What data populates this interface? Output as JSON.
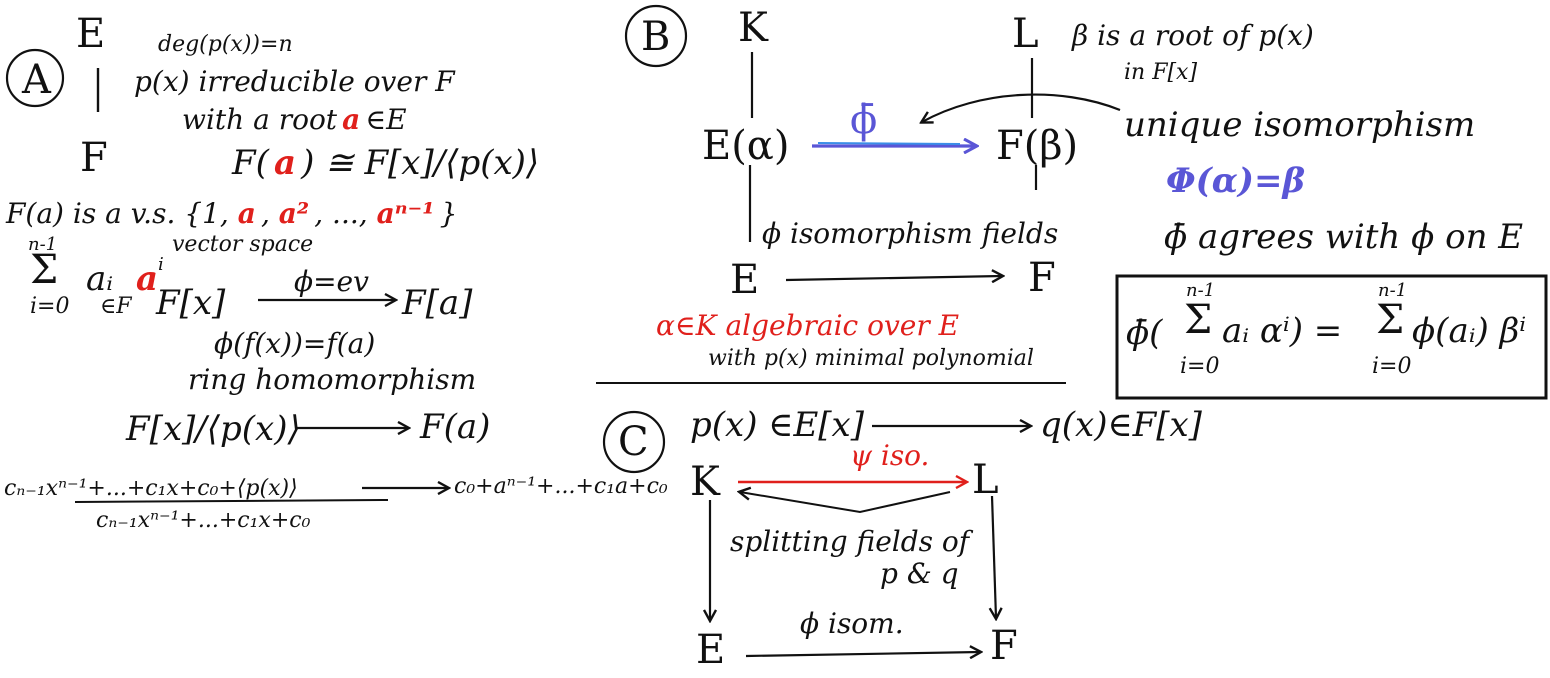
{
  "section_a": {
    "label": "A",
    "E": "E",
    "F": "F",
    "degree": "deg(p(x))=n",
    "irreducible": "p(x) irreducible over F",
    "root_with": "with a root",
    "root_a": "a",
    "root_in": "∈E",
    "iso_lhs": "F(",
    "iso_a": "a",
    "iso_rhs": ") ≅ F[x]/⟨p(x)⟩",
    "vs_line_start": "F(a) is a v.s. {1, ",
    "vs_a1": "a",
    "vs_comma1": ", ",
    "vs_a2": "a²",
    "vs_mid": ", ..., ",
    "vs_an": "aⁿ⁻¹",
    "vs_end": "}",
    "vector_space": "vector space",
    "sum_top": "n-1",
    "sum_sym": "Σ",
    "sum_term": "aᵢ",
    "sum_a": "a",
    "sum_power": "i",
    "sum_bottom": "i=0",
    "in_f": "∈F",
    "fx": "F[x]",
    "phi_eval": "ϕ=ev",
    "fa_bracket": "F[a]",
    "phi_f": "ϕ(f(x))=f(a)",
    "ring_homo": "ring homomorphism",
    "quotient": "F[x]/⟨p(x)⟩",
    "fa": "F(a)",
    "coset": "cₙ₋₁xⁿ⁻¹+...+c₁x+c₀+⟨p(x)⟩",
    "image": "c₀+aⁿ⁻¹+...+c₁a+c₀",
    "poly": "cₙ₋₁xⁿ⁻¹+...+c₁x+c₀"
  },
  "section_b": {
    "label": "B",
    "K": "K",
    "L": "L",
    "beta_root": "β is a root of p(x)",
    "in_fx": "in F[x]",
    "E_alpha": "E(α)",
    "F_beta": "F(β)",
    "phi_bar": "ϕ̄",
    "unique_iso": "unique isomorphism",
    "phibar_eq": "Φ(α)=β",
    "agrees": "ϕ̄ agrees with ϕ on E",
    "phi_iso_fields": "ϕ isomorphism fields",
    "E": "E",
    "F": "F",
    "alg_over": "α∈K algebraic over E",
    "minimal": "with p(x) minimal polynomial",
    "formula_lhs": "ϕ̄(",
    "formula_sum_l": "Σ",
    "formula_top_l": "n-1",
    "formula_bottom_l": "i=0",
    "formula_term_l": "aᵢ αⁱ) =",
    "formula_sum_r": "Σ",
    "formula_top_r": "n-1",
    "formula_bottom_r": "i=0",
    "formula_term_r": "ϕ(aᵢ) βⁱ"
  },
  "section_c": {
    "label": "C",
    "px": "p(x) ∈E[x]",
    "qx": "q(x)∈F[x]",
    "K": "K",
    "L": "L",
    "psi_iso": "ψ iso.",
    "splitting": "splitting fields of",
    "p_and_q": "p & q",
    "E": "E",
    "F": "F",
    "phi_isom": "ϕ isom."
  },
  "colors": {
    "ink": "#111111",
    "red": "#e0201c",
    "blue": "#5a56d6",
    "bright_blue": "#3b8ee8"
  }
}
